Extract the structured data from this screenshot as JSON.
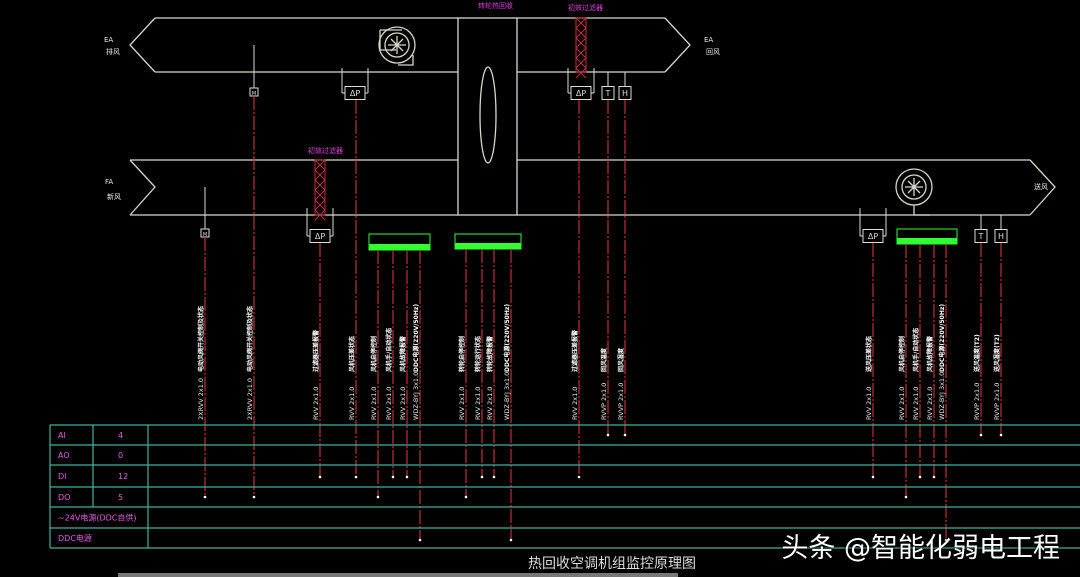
{
  "labels": {
    "ea_code": "EA",
    "ea_name": "排风",
    "fa_code": "FA",
    "fa_name": "新风",
    "ea_right_code": "EA",
    "ea_right_name": "回风",
    "sa_name": "送风",
    "hrv": "转轮热回收",
    "filter_top": "初效过滤器",
    "filter_bottom": "初效过滤器"
  },
  "sensors": {
    "damper": "M",
    "dp": "ΔP",
    "temp": "T",
    "hum": "H"
  },
  "colors": {
    "duct": "#d8d8c8",
    "wire": "#c03040",
    "grid": "#40b0a0",
    "label": "#e040e0",
    "controller": "#30ff30",
    "filter": "#c03040"
  },
  "wires": [
    {
      "cable": "2XRVV 2x1.0",
      "func": "电动风阀开关控制及状态"
    },
    {
      "cable": "2XRVV 2x1.0",
      "func": "电动风阀开关控制及状态"
    },
    {
      "cable": "RVV 2x1.0",
      "func": "过滤器压差报警"
    },
    {
      "cable": "RVV 2x1.0",
      "func": "风机压差状态"
    },
    {
      "cable": "RVV 2x1.0",
      "func": "风机启停控制"
    },
    {
      "cable": "RVV 2x1.0",
      "func": "风机手/自动状态"
    },
    {
      "cable": "RVV 2x1.0",
      "func": "风机故障报警"
    },
    {
      "cable": "WDZ-BYJ 3x1.0",
      "func": "DDC电源(220V/50Hz)"
    },
    {
      "cable": "RVV 2x1.0",
      "func": "转轮启停控制"
    },
    {
      "cable": "RVV 2x1.0",
      "func": "转轮运行状态"
    },
    {
      "cable": "RVV 2x1.0",
      "func": "转轮故障报警"
    },
    {
      "cable": "WDZ-BYJ 3x1.0",
      "func": "DDC电源(220V/50Hz)"
    },
    {
      "cable": "RVV 2x1.0",
      "func": "过滤器压差报警"
    },
    {
      "cable": "RVVP 2x1.0",
      "func": "回风温度"
    },
    {
      "cable": "RVVP 2x1.0",
      "func": "回风湿度"
    },
    {
      "cable": "RVV 2x1.0",
      "func": "送风压差状态"
    },
    {
      "cable": "RVV 2x1.0",
      "func": "风机启停控制"
    },
    {
      "cable": "RVV 2x1.0",
      "func": "风机手/自动状态"
    },
    {
      "cable": "RVV 2x1.0",
      "func": "风机故障报警"
    },
    {
      "cable": "WDZ-BYJ 3x1.0",
      "func": "DDC电源(220V/50Hz)"
    },
    {
      "cable": "RVVP 2x1.0",
      "func": "送风温度(T2)"
    },
    {
      "cable": "RVVP 2x1.0",
      "func": "送风湿度(T2)"
    }
  ],
  "table": [
    {
      "label": "AI",
      "value": "4"
    },
    {
      "label": "AO",
      "value": "0"
    },
    {
      "label": "DI",
      "value": "12"
    },
    {
      "label": "DO",
      "value": "5"
    },
    {
      "label": "~24V电源(DDC自供)",
      "value": ""
    },
    {
      "label": "DDC电源",
      "value": ""
    }
  ],
  "title": "热回收空调机组监控原理图",
  "watermark": "头条 @智能化弱电工程"
}
